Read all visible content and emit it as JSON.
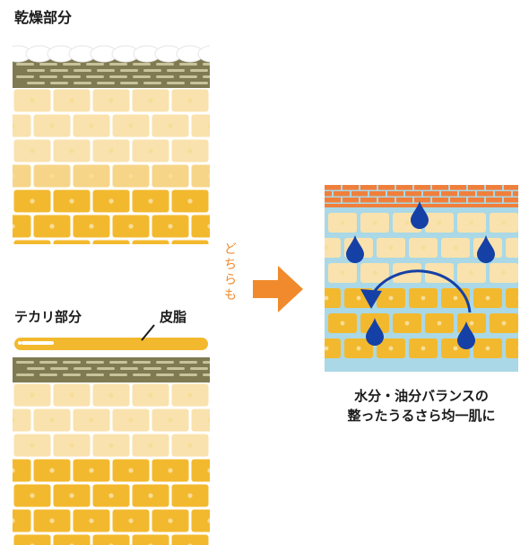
{
  "labels": {
    "dry_part": "乾燥部分",
    "oily_part": "テカリ部分",
    "sebum": "皮脂",
    "both": "どちらも",
    "result_line1": "水分・油分バランスの",
    "result_line2": "整ったうるさら均一肌に"
  },
  "colors": {
    "cell_light": "#f9e2ad",
    "cell_mid": "#f6d588",
    "cell_dark": "#f3b92e",
    "cell_dot": "#f8dd97",
    "horny_layer": "#807a52",
    "horny_flake": "#c8c39d",
    "sebum": "#f3b92e",
    "arrow": "#f08a2c",
    "both_text": "#f08a2c",
    "water_bg": "#aad8e6",
    "brick": "#f07f3c",
    "brick_line": "#fbd0a8",
    "drop": "#1540a6"
  },
  "icons": {
    "arrow": "right-arrow-icon",
    "droplet": "water-droplet-icon",
    "circulation": "circular-arrow-icon"
  }
}
